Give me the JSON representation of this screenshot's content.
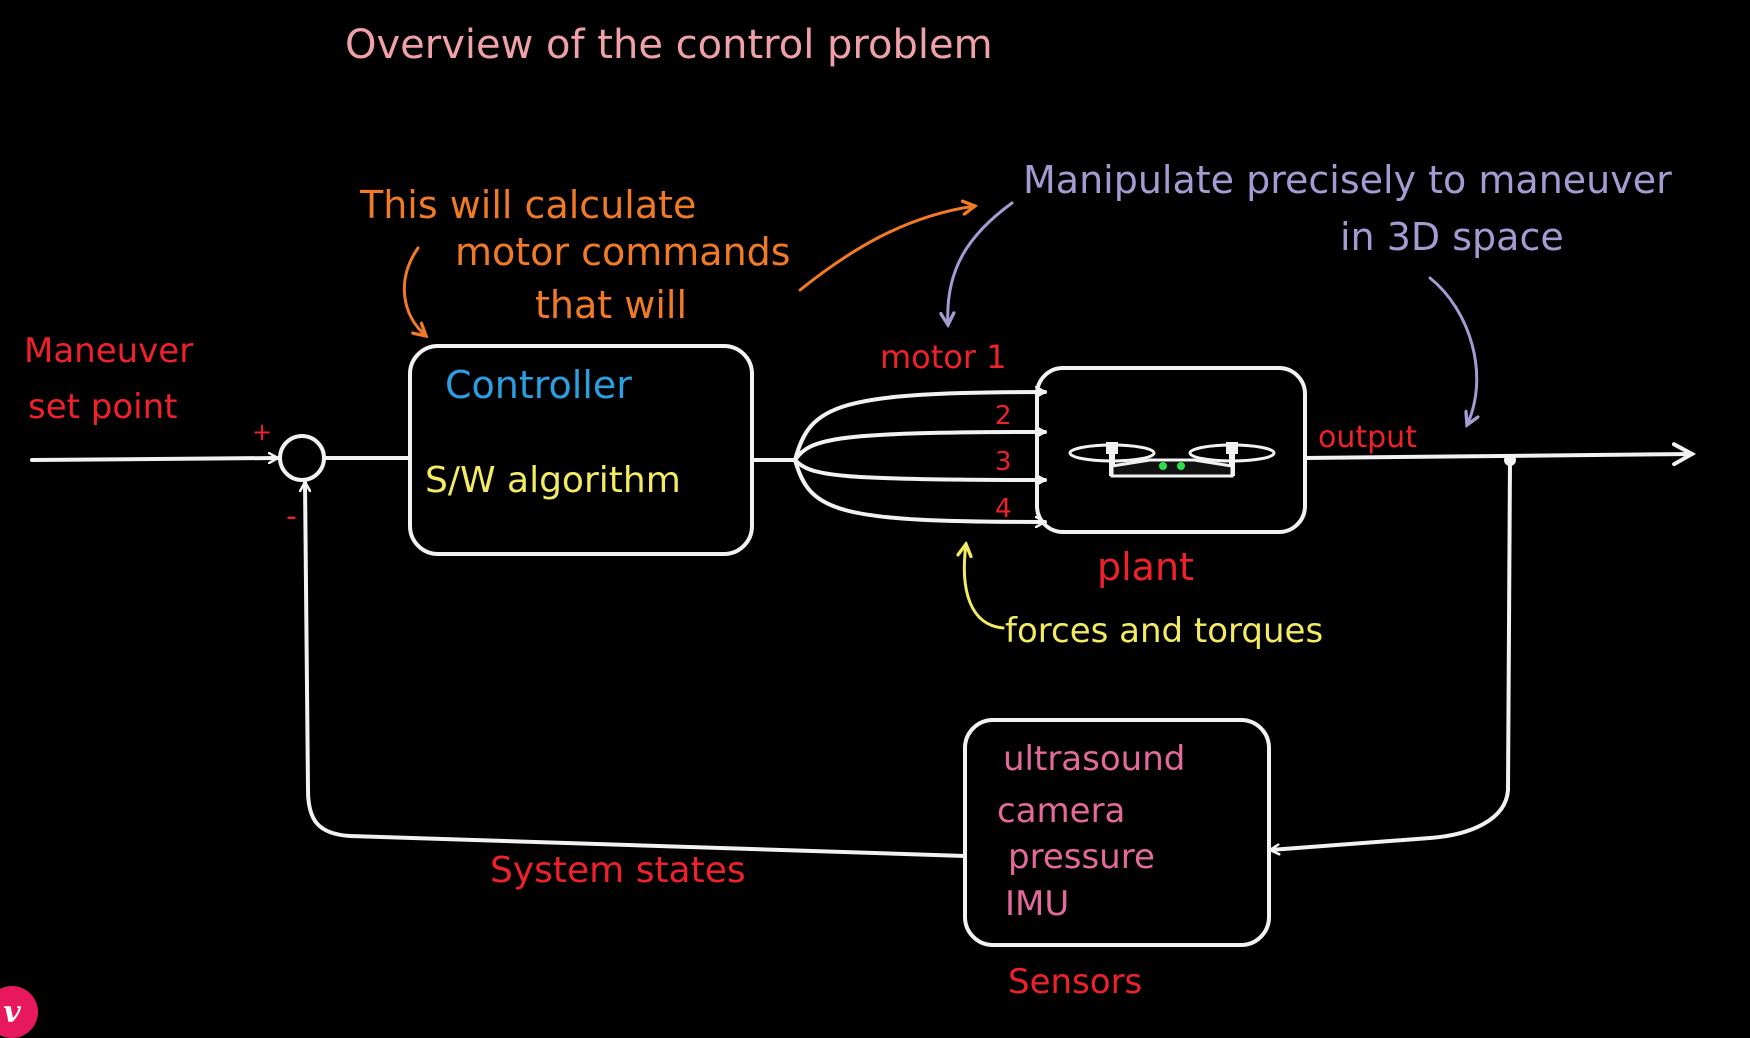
{
  "title": "Overview of the control problem",
  "annotations": {
    "calculate": [
      "This will calculate",
      "motor commands",
      "that will"
    ],
    "manipulate": [
      "Manipulate precisely to maneuver",
      "in 3D space"
    ],
    "forces": "forces and torques"
  },
  "input": {
    "label_line1": "Maneuver",
    "label_line2": "set point",
    "plus": "+",
    "minus": "-"
  },
  "controller": {
    "title": "Controller",
    "body": "S/W algorithm"
  },
  "motors": [
    "motor 1",
    "2",
    "3",
    "4"
  ],
  "plant": {
    "label": "plant"
  },
  "output_label": "output",
  "sensors": {
    "items": [
      "ultrasound",
      "camera",
      "pressure",
      "IMU"
    ],
    "label": "Sensors"
  },
  "feedback_label": "System states",
  "logo_letter": "v",
  "colors": {
    "background": "#000000",
    "lines": "#f2f2f2",
    "title": "#f0a0a8",
    "red": "#f0212b",
    "orange": "#f07a26",
    "purple": "#a49bd2",
    "blue": "#2b9fe0",
    "yellow": "#f3ec62",
    "pink": "#e36a9a",
    "drone_eyes": "#2fe04a",
    "logo": "#e8185e"
  }
}
